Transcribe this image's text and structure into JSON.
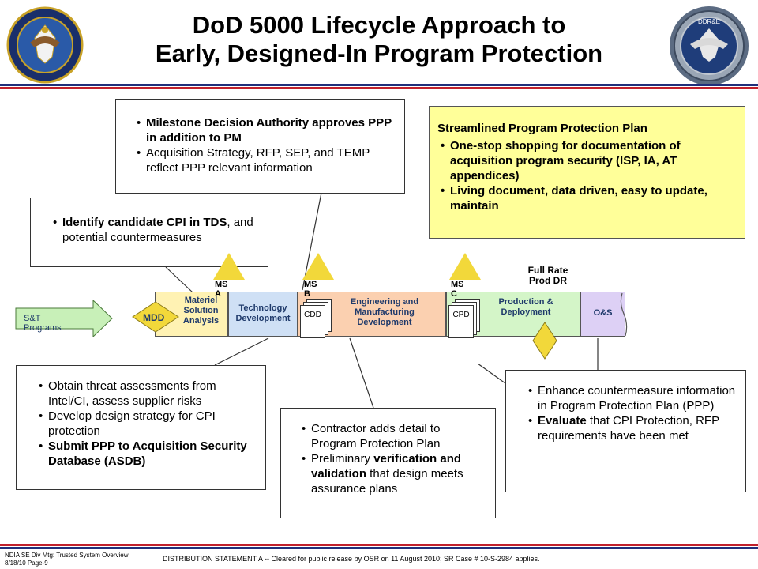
{
  "title": {
    "line1": "DoD 5000 Lifecycle Approach to",
    "line2": "Early, Designed-In Program Protection"
  },
  "logos": {
    "left": "Department of Defense seal",
    "right": "DDR&E seal"
  },
  "mda_box": {
    "items": [
      {
        "parts": [
          {
            "t": "Milestone Decision Authority approves PPP in addition to PM",
            "b": true
          }
        ]
      },
      {
        "parts": [
          {
            "t": "Acquisition Strategy, RFP, SEP, and TEMP reflect PPP relevant information",
            "b": false
          }
        ]
      }
    ]
  },
  "streamlined_box": {
    "heading": "Streamlined Program Protection Plan",
    "items": [
      "One-stop shopping for documentation of acquisition program security (ISP, IA, AT appendices)",
      "Living document, data driven, easy to update,  maintain"
    ]
  },
  "identify_box": {
    "items": [
      {
        "parts": [
          {
            "t": "Identify candidate CPI in TDS",
            "b": true
          },
          {
            "t": ", and potential countermeasures",
            "b": false
          }
        ]
      }
    ]
  },
  "lifecycle": {
    "st_programs": "S&T Programs",
    "mdd": "MDD",
    "phases": [
      {
        "id": "msa",
        "label": "Materiel Solution Analysis"
      },
      {
        "id": "td",
        "label": "Technology Development"
      },
      {
        "id": "emd",
        "label": "Engineering and Manufacturing Development"
      },
      {
        "id": "pd",
        "label": "Production & Deployment"
      },
      {
        "id": "os",
        "label": "O&S"
      }
    ],
    "milestones": {
      "a": "MS A",
      "b": "MS B",
      "c": "MS C"
    },
    "full_rate": "Full Rate Prod DR",
    "docs": {
      "cdd": "CDD",
      "cpd": "CPD"
    },
    "colors": {
      "msa": "#fff2b3",
      "td": "#cfe0f5",
      "emd": "#fbd0b0",
      "pd": "#d4f5c8",
      "os": "#ddd0f5",
      "milestone": "#f2d83a"
    }
  },
  "threat_box": {
    "items": [
      {
        "parts": [
          {
            "t": "Obtain threat assessments from Intel/CI, assess supplier risks",
            "b": false
          }
        ]
      },
      {
        "parts": [
          {
            "t": "Develop design strategy for CPI protection",
            "b": false
          }
        ]
      },
      {
        "parts": [
          {
            "t": "Submit PPP to Acquisition Security Database (ASDB)",
            "b": true
          }
        ]
      }
    ]
  },
  "contractor_box": {
    "items": [
      {
        "parts": [
          {
            "t": "Contractor adds detail to Program Protection Plan",
            "b": false
          }
        ]
      },
      {
        "parts": [
          {
            "t": "Preliminary ",
            "b": false
          },
          {
            "t": "verification and validation",
            "b": true
          },
          {
            "t": " that design meets assurance plans",
            "b": false
          }
        ]
      }
    ]
  },
  "enhance_box": {
    "items": [
      {
        "parts": [
          {
            "t": "Enhance countermeasure information in Program Protection Plan (PPP)",
            "b": false
          }
        ]
      },
      {
        "parts": [
          {
            "t": "Evaluate",
            "b": true
          },
          {
            "t": " that CPI Protection, RFP requirements have been met",
            "b": false
          }
        ]
      }
    ]
  },
  "footer": {
    "left1": "NDIA SE Div Mtg: Trusted System Overview",
    "left2": "8/18/10 Page-9",
    "statement": "DISTRIBUTION STATEMENT A -- Cleared for public release by OSR on 11 August 2010; SR Case # 10-S-2984 applies."
  }
}
